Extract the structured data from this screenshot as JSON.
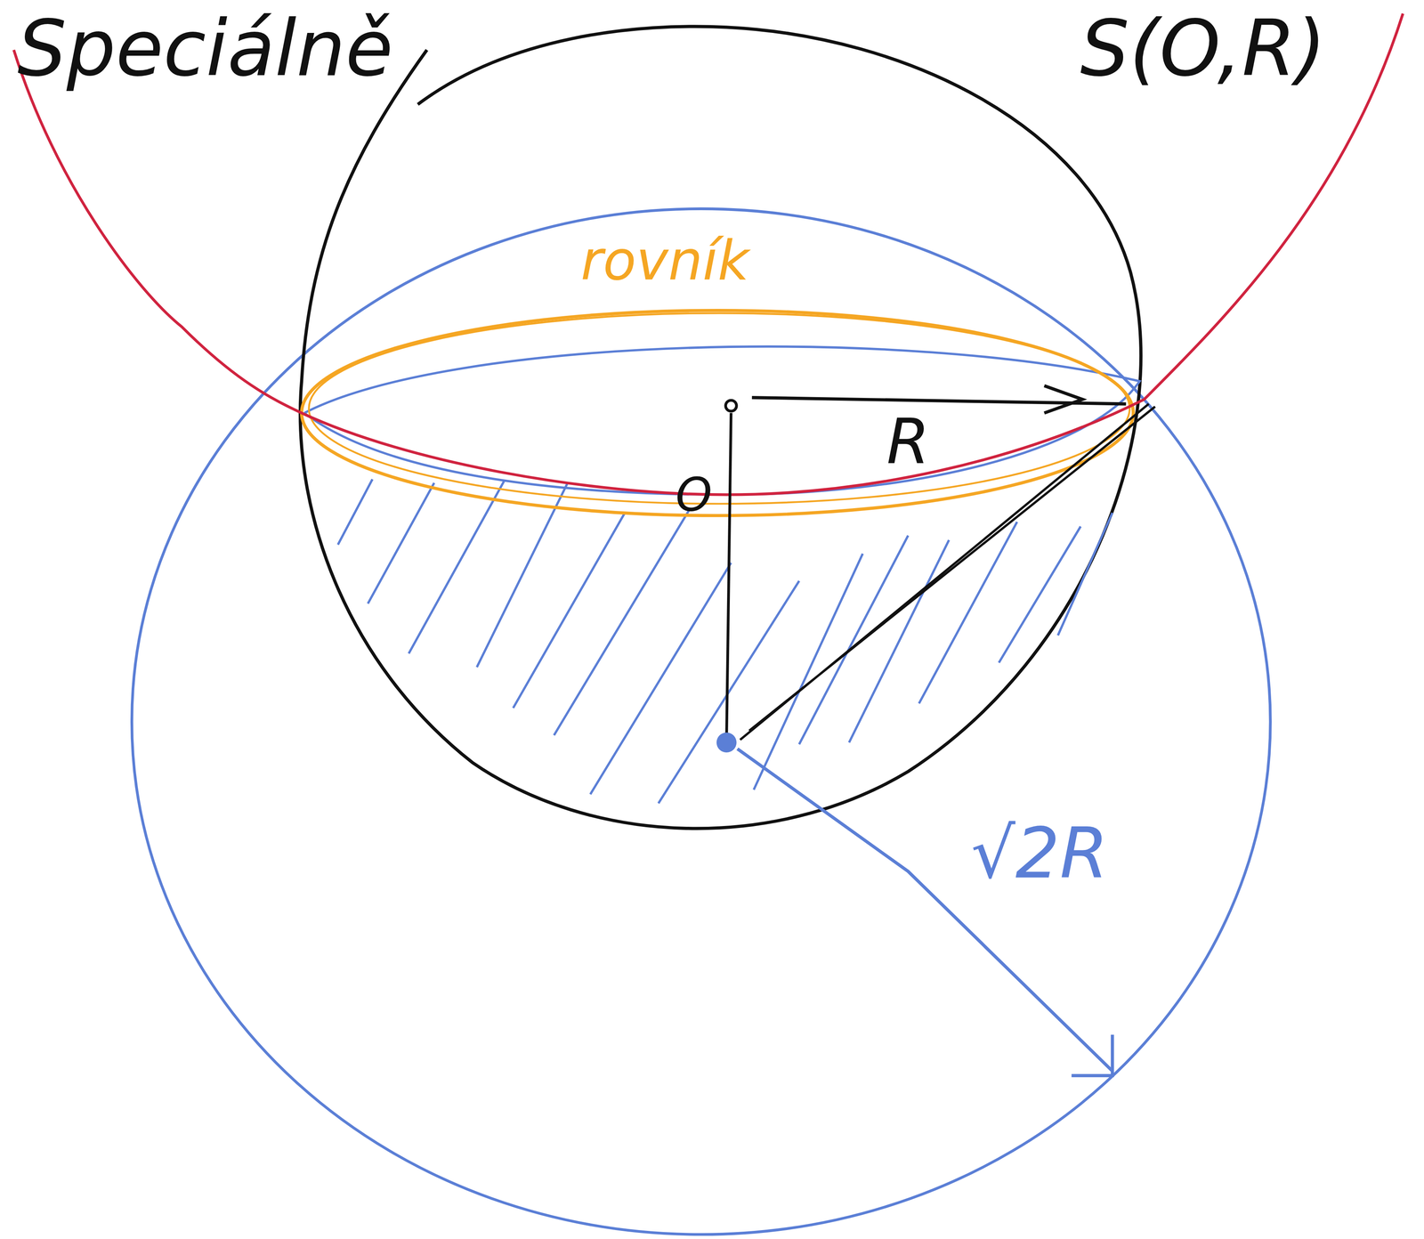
{
  "diagram": {
    "title": "Speciálně",
    "labels": [
      "S(O,R)",
      "rovník",
      "R",
      "O",
      "√2R"
    ]
  }
}
